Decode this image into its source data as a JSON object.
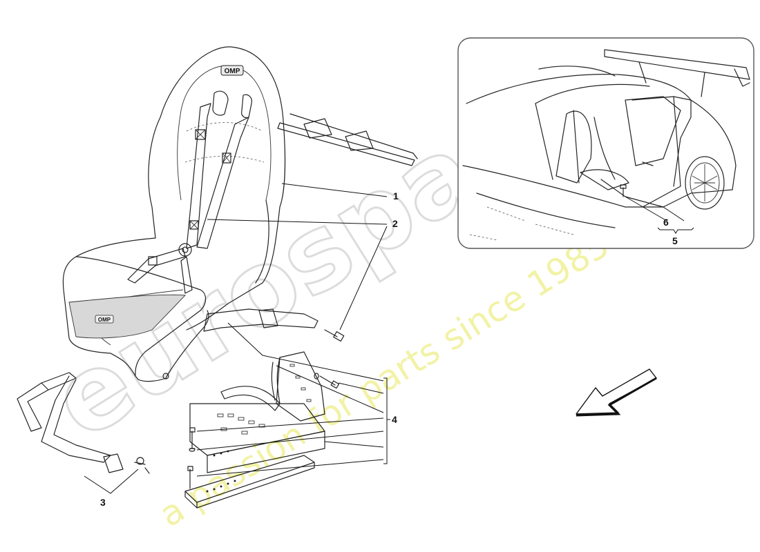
{
  "callouts": {
    "c1": "1",
    "c2": "2",
    "c3": "3",
    "c4": "4",
    "c5": "5",
    "c6": "6"
  },
  "seat_logo": "OMP",
  "watermark": {
    "brand": "eurospares",
    "tagline": "a passion for parts since 1985",
    "colors": {
      "brand": "#e8e8e8",
      "tagline": "#f3f3a0"
    }
  },
  "colors": {
    "line": "#222222",
    "seat_base": "#d8d8d8",
    "panel_border": "#555555"
  },
  "icons": [
    "direction-arrow-icon"
  ]
}
